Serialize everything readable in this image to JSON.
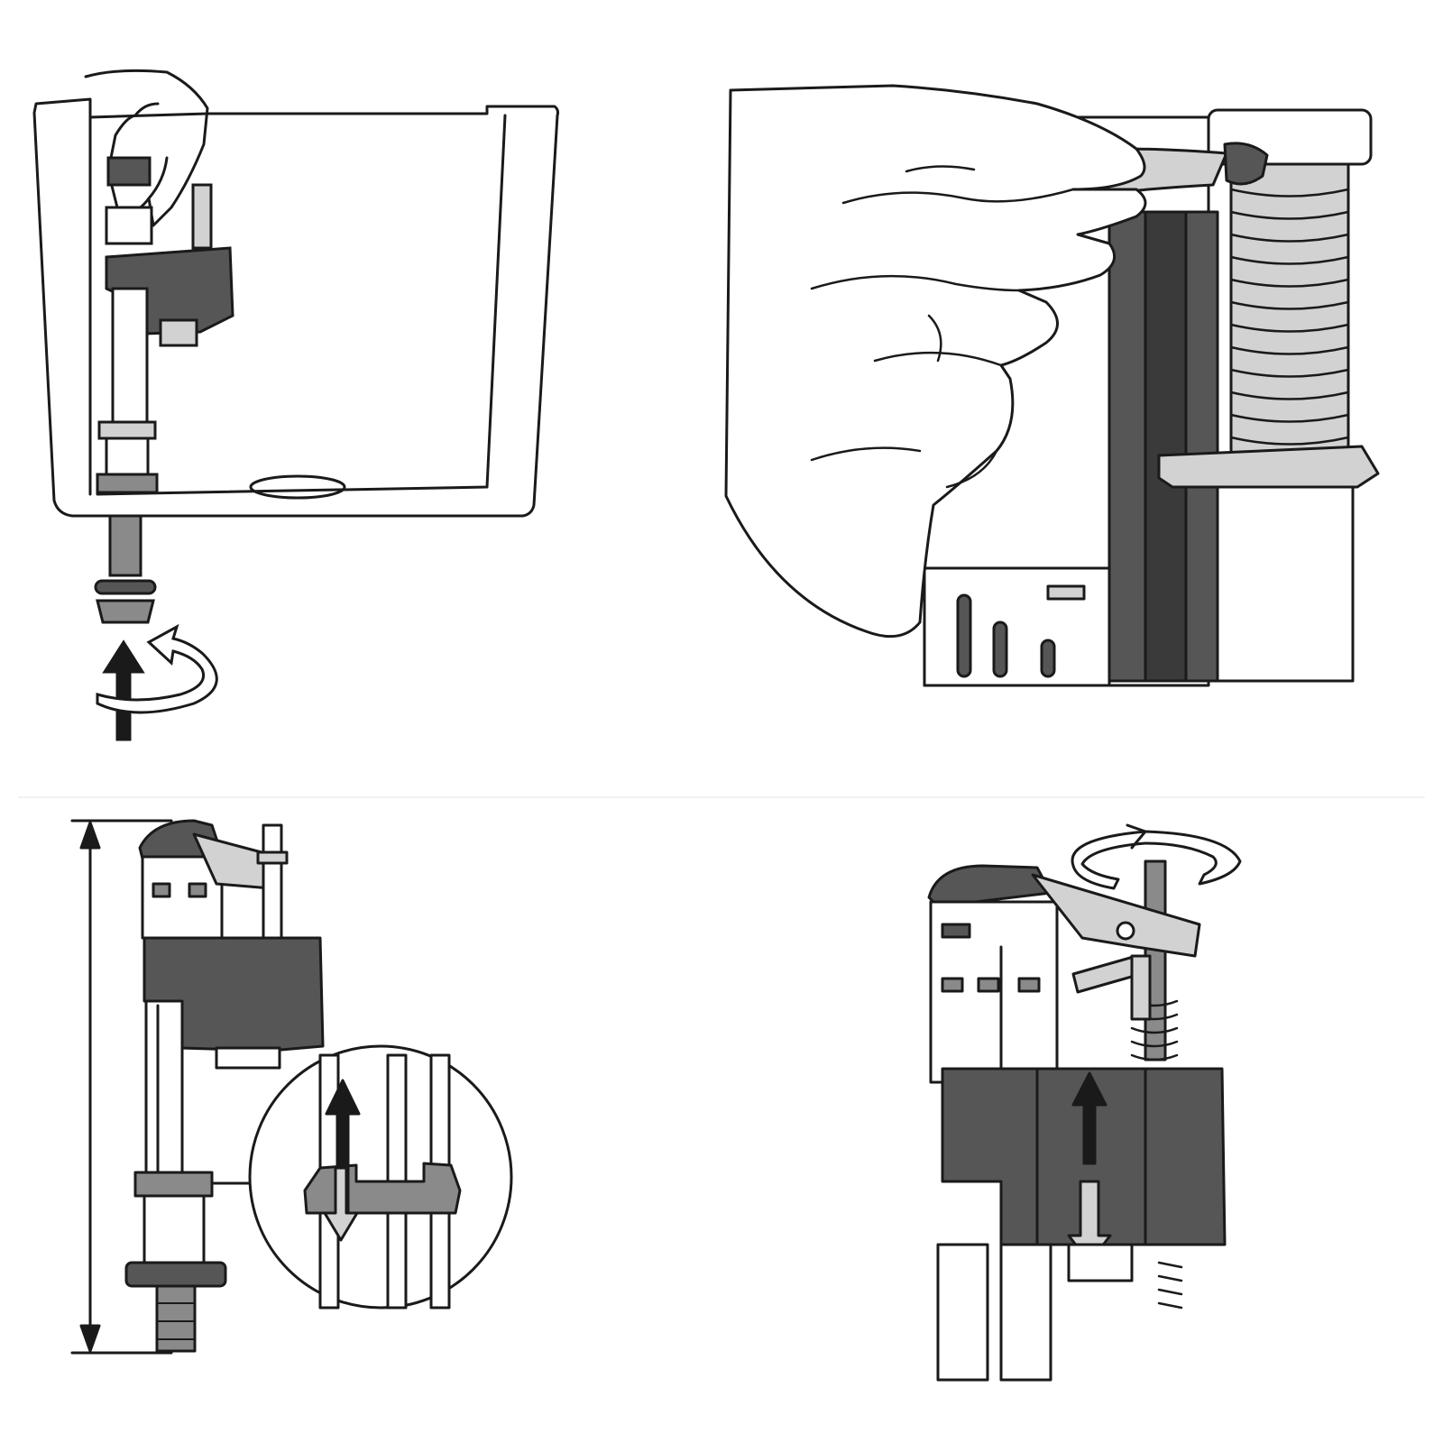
{
  "colors": {
    "outline": "#1a1a1a",
    "dark_part": "#565656",
    "medium_part": "#8a8a8a",
    "light_part": "#d2d2d2",
    "background": "#ffffff"
  },
  "panels": [
    {
      "id": "step-1",
      "icon": "tank-install-icon"
    },
    {
      "id": "step-2",
      "icon": "hand-clip-icon"
    },
    {
      "id": "step-3",
      "icon": "height-adjust-icon"
    },
    {
      "id": "step-4",
      "icon": "float-adjust-icon"
    }
  ]
}
